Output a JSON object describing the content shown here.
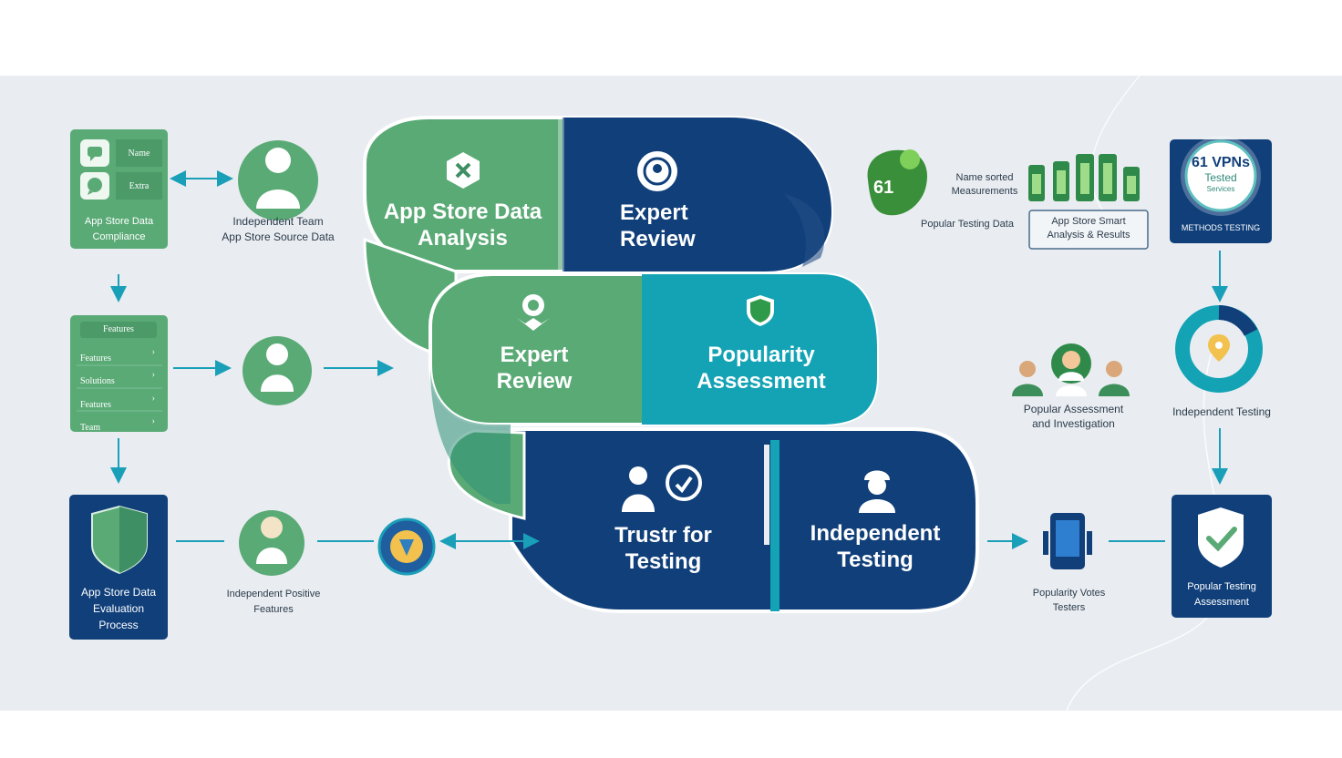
{
  "colors": {
    "background": "#e9edf1",
    "green": "#5aaa76",
    "navy": "#103f7a",
    "teal": "#13a3b5",
    "arrow": "#1a9fb8"
  },
  "center": {
    "top_left": {
      "line1": "App Store Data",
      "line2": "Analysis",
      "icon": "x-badge-icon"
    },
    "top_right": {
      "line1": "Expert",
      "line2": "Review",
      "icon": "seal-icon"
    },
    "mid_left": {
      "line1": "Expert",
      "line2": "Review",
      "icon": "laurel-badge-icon"
    },
    "mid_right": {
      "line1": "Popularity",
      "line2": "Assessment",
      "icon": "shield-icon"
    },
    "bot_left": {
      "line1": "Trustr for",
      "line2": "Testing",
      "icon": "tester-icon"
    },
    "bot_right": {
      "line1": "Independent",
      "line2": "Testing",
      "icon": "worker-icon"
    }
  },
  "left": {
    "box1": {
      "row1": "Name",
      "row2": "Extra",
      "caption1": "App Store Data",
      "caption2": "Compliance"
    },
    "node1": {
      "caption1": "Independent Team",
      "caption2": "App Store Source Data"
    },
    "box2": {
      "header": "Features",
      "rows": [
        {
          "label": "Features",
          "mark": "›"
        },
        {
          "label": "Solutions",
          "mark": "›"
        },
        {
          "label": "Features",
          "mark": "›"
        },
        {
          "label": "Team",
          "mark": "›"
        }
      ]
    },
    "box3": {
      "caption1": "App Store Data",
      "caption2": "Evaluation",
      "caption3": "Process"
    },
    "node3": {
      "caption1": "Independent Positive",
      "caption2": "Features"
    }
  },
  "right": {
    "badge_text": "61",
    "tag1": "Name sorted",
    "tag2": "Measurements",
    "caption_tl": "Popular Testing Data",
    "box_a": {
      "line1": "App Store Smart",
      "line2": "Analysis & Results"
    },
    "vpn": {
      "line1": "61 VPNs",
      "line2": "Tested",
      "line3": "Services",
      "caption": "METHODS TESTING"
    },
    "people": {
      "caption1": "Popular Assessment",
      "caption2": "and Investigation"
    },
    "pin_caption": "Independent Testing",
    "device": {
      "caption1": "Popularity Votes",
      "caption2": "Testers"
    },
    "check": {
      "caption1": "Popular Testing",
      "caption2": "Assessment"
    }
  }
}
